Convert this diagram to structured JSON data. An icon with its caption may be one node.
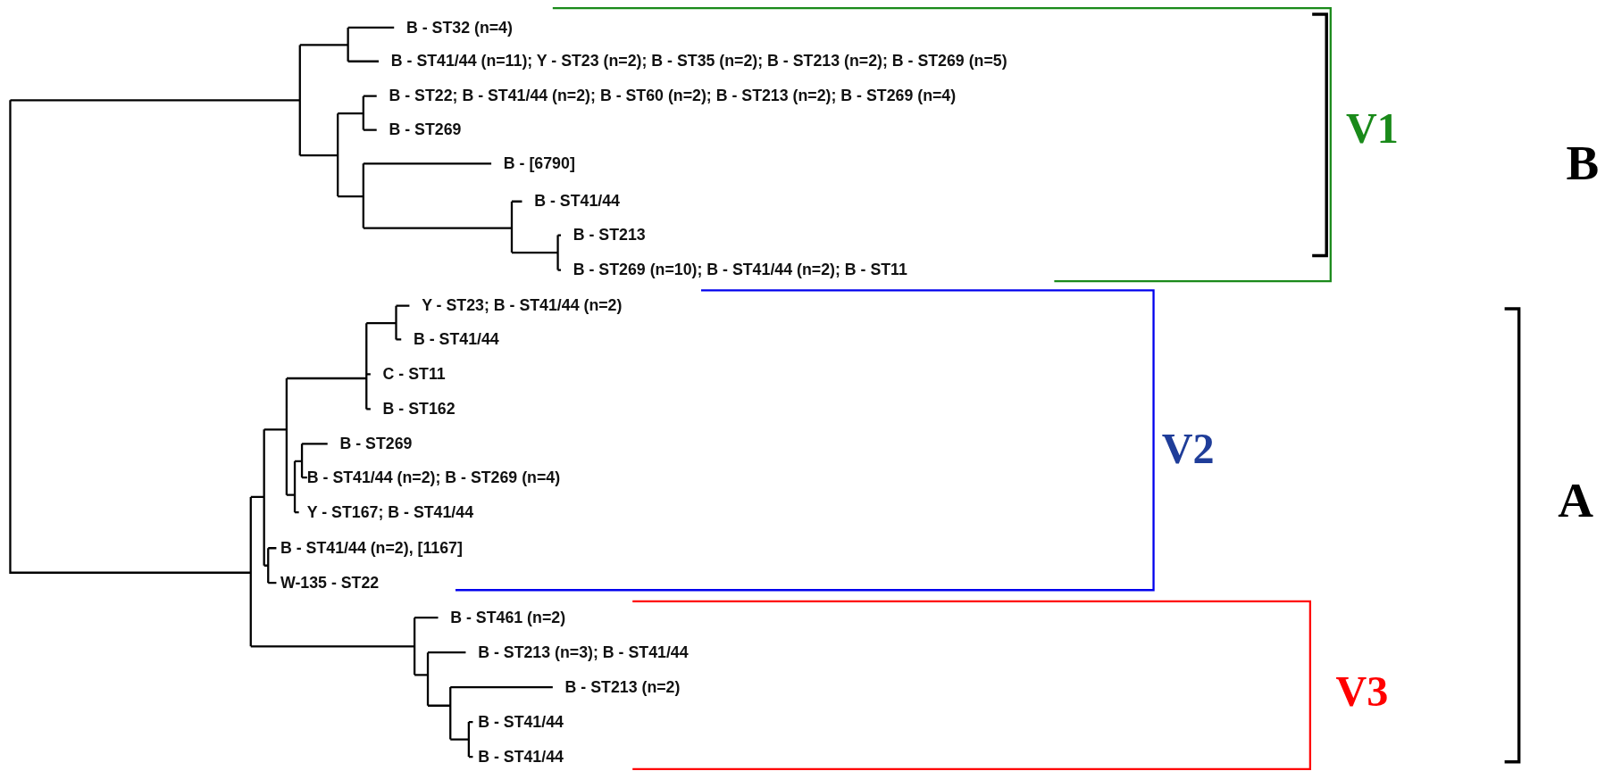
{
  "diagram": {
    "labels": [
      "B - ST32 (n=4)",
      "B - ST41/44 (n=11); Y - ST23 (n=2); B - ST35 (n=2); B - ST213 (n=2); B - ST269 (n=5)",
      "B - ST22; B - ST41/44 (n=2); B - ST60 (n=2); B - ST213 (n=2); B - ST269 (n=4)",
      "B - ST269",
      "B - [6790]",
      "B - ST41/44",
      "B - ST213",
      "B - ST269 (n=10); B - ST41/44 (n=2); B - ST11",
      "Y - ST23; B - ST41/44 (n=2)",
      "B - ST41/44",
      "C - ST11",
      "B - ST162",
      "B - ST269",
      "B - ST41/44 (n=2); B - ST269 (n=4)",
      "Y - ST167; B - ST41/44",
      "B - ST41/44 (n=2), [1167]",
      "W-135 - ST22",
      "B - ST461 (n=2)",
      "B - ST213 (n=3); B - ST41/44",
      "B - ST213 (n=2)",
      "B - ST41/44",
      "B - ST41/44",
      "V1",
      "B",
      "V2",
      "A",
      "V3"
    ]
  }
}
